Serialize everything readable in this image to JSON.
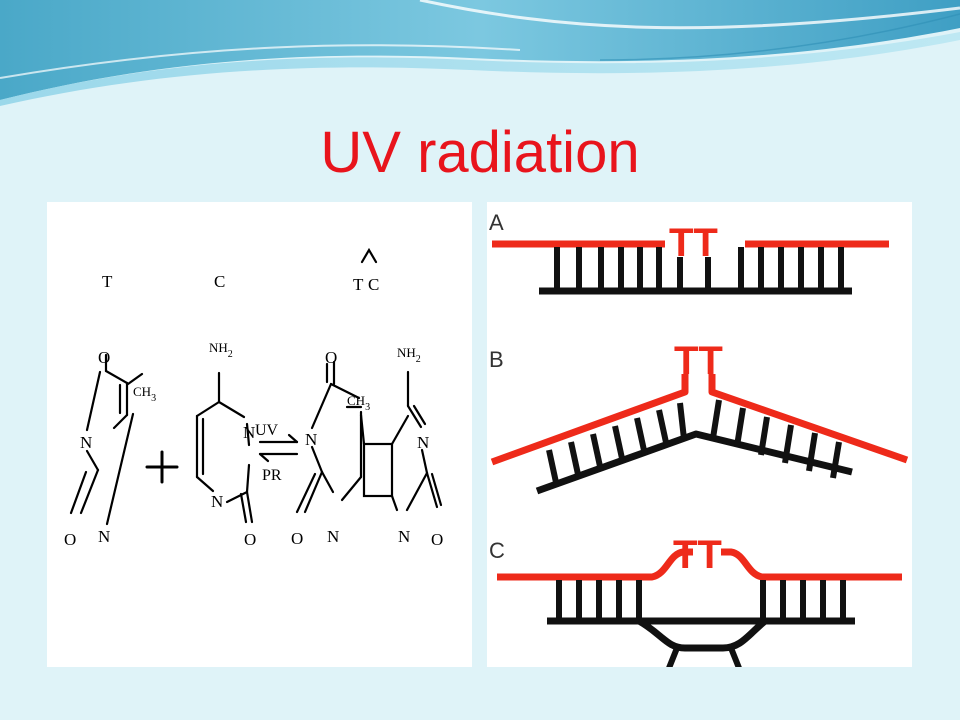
{
  "slide": {
    "title": "UV radiation"
  },
  "chemistry": {
    "labels": {
      "thymine": "T",
      "cytosine": "C",
      "dimer_left": "T",
      "dimer_right": "C"
    },
    "atoms": {
      "oxygen": "O",
      "nitrogen": "N",
      "methyl_main": "CH",
      "methyl_sub": "3",
      "amine_main": "NH",
      "amine_sub": "2"
    },
    "plus": "+",
    "forward_reaction": "UV",
    "reverse_reaction": "PR"
  },
  "dna_damage": {
    "panels": [
      {
        "letter": "A",
        "bases": "TT"
      },
      {
        "letter": "B",
        "bases": "TT"
      },
      {
        "letter": "C",
        "bases": "TT"
      }
    ]
  },
  "colors": {
    "title": "#e8141c",
    "strand_top": "#ee2a1a",
    "strand_bottom": "#111111",
    "background": "#dff3f8"
  }
}
